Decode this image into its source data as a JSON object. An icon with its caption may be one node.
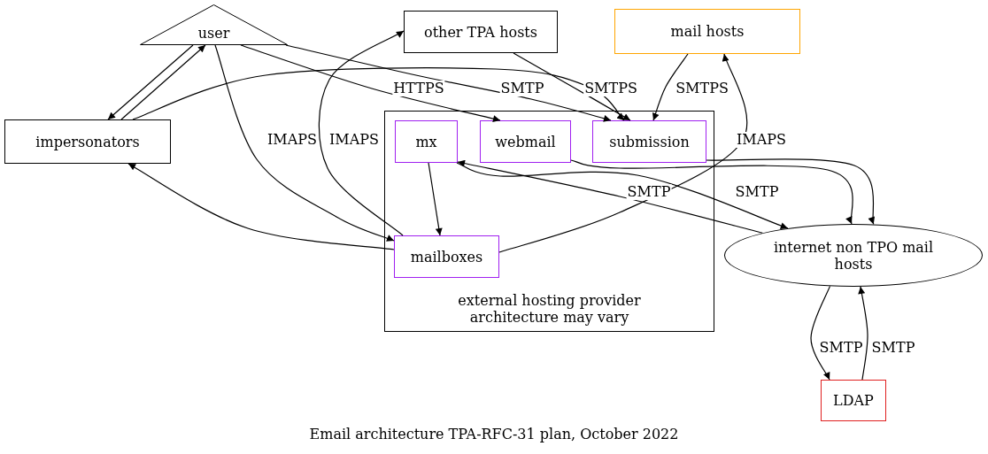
{
  "diagram": {
    "caption": "Email architecture TPA-RFC-31 plan, October 2022",
    "nodes": [
      {
        "text": [
          "user"
        ]
      },
      {
        "text": [
          "other TPA hosts"
        ]
      },
      {
        "text": [
          "mail hosts"
        ]
      },
      {
        "text": [
          "impersonators"
        ]
      },
      {
        "text": [
          "external hosting provider architecture may vary"
        ]
      },
      {
        "text": [
          "mx"
        ],
        "in": 4
      },
      {
        "text": [
          "webmail"
        ],
        "in": 4
      },
      {
        "text": [
          "submission"
        ],
        "in": 4
      },
      {
        "text": [
          "mailboxes"
        ],
        "in": 4
      },
      {
        "text": [
          "internet non TPO mail hosts"
        ]
      },
      {
        "text": [
          "LDAP"
        ]
      }
    ],
    "edges": [
      {
        "from": 3,
        "to": 0,
        "arrow": "to"
      },
      {
        "from": 0,
        "to": 3,
        "arrow": "to"
      },
      {
        "from": 0,
        "to": 7,
        "arrow": "to",
        "label": "SMTP"
      },
      {
        "from": 3,
        "to": 7,
        "arrow": "to",
        "label": "SMTPS"
      },
      {
        "from": 0,
        "to": 6,
        "arrow": "to",
        "label": "HTTPS"
      },
      {
        "from": 0,
        "to": 8,
        "arrow": "to",
        "label": "IMAPS"
      },
      {
        "from": 8,
        "to": 1,
        "arrow": "to",
        "label": "IMAPS"
      },
      {
        "from": 8,
        "to": 3,
        "arrow": "to"
      },
      {
        "from": 8,
        "to": 2,
        "arrow": "to",
        "label": "IMAPS"
      },
      {
        "from": 1,
        "to": 7,
        "arrow": "to"
      },
      {
        "from": 2,
        "to": 7,
        "arrow": "to",
        "label": "SMTPS"
      },
      {
        "from": 5,
        "to": 8,
        "arrow": "to"
      },
      {
        "from": 9,
        "to": 5,
        "arrow": "to",
        "label": "SMTP"
      },
      {
        "from": 5,
        "to": 9,
        "arrow": "to",
        "label": "SMTP"
      },
      {
        "from": 6,
        "to": 9,
        "arrow": "to"
      },
      {
        "from": 7,
        "to": 9,
        "arrow": "to"
      },
      {
        "from": 9,
        "to": 10,
        "arrow": "to",
        "label": "SMTP"
      },
      {
        "from": 10,
        "to": 9,
        "arrow": "to",
        "label": "SMTP"
      }
    ]
  }
}
